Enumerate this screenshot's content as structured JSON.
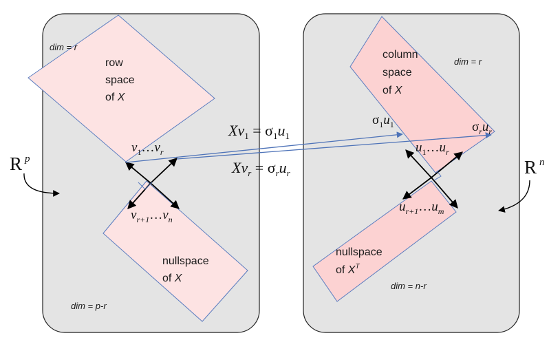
{
  "left_space": {
    "symbol": "R",
    "power": "p",
    "dim_top": "dim = r",
    "dim_bottom": "dim = p-r",
    "row_space": [
      "row",
      "space",
      "of ",
      "X"
    ],
    "nullspace": [
      "nullspace",
      "of ",
      "X"
    ],
    "v_top": {
      "a": "v",
      "a_sub": "1",
      "dots": "…",
      "b": "v",
      "b_sub": "r"
    },
    "v_bottom": {
      "a": "v",
      "a_sub": "r+1",
      "dots": "…",
      "b": "v",
      "b_sub": "n"
    }
  },
  "right_space": {
    "symbol": "R",
    "power": "n",
    "dim_top": "dim = r",
    "dim_bottom": "dim = n-r",
    "column_space": [
      "column",
      "space",
      "of ",
      "X"
    ],
    "nullspace": [
      "nullspace",
      "of ",
      "X",
      "T"
    ],
    "u_top": {
      "a": "u",
      "a_sub": "1",
      "dots": "…",
      "b": "u",
      "b_sub": "r"
    },
    "u_bottom": {
      "a": "u",
      "a_sub": "r+1",
      "dots": "…",
      "b": "u",
      "b_sub": "m"
    },
    "sigma1": {
      "s": "σ",
      "s_sub": "1",
      "u": "u",
      "u_sub": "1"
    },
    "sigmar": {
      "s": "σ",
      "s_sub": "r",
      "u": "u",
      "u_sub": "r"
    }
  },
  "mappings": {
    "eq1": {
      "X": "X",
      "v": "v",
      "v_sub": "1",
      "eq": " = ",
      "s": "σ",
      "s_sub": "1",
      "u": "u",
      "u_sub": "1"
    },
    "eqr": {
      "X": "X",
      "v": "v",
      "v_sub": "r",
      "eq": " = ",
      "s": "σ",
      "s_sub": "r",
      "u": "u",
      "u_sub": "r"
    }
  },
  "colors": {
    "panel": "#e4e4e4",
    "region_fill": "#fde3e3",
    "region_fill_dark": "#fcd2d2",
    "region_stroke": "#5b7dc0",
    "arrow": "#4e73b8"
  }
}
